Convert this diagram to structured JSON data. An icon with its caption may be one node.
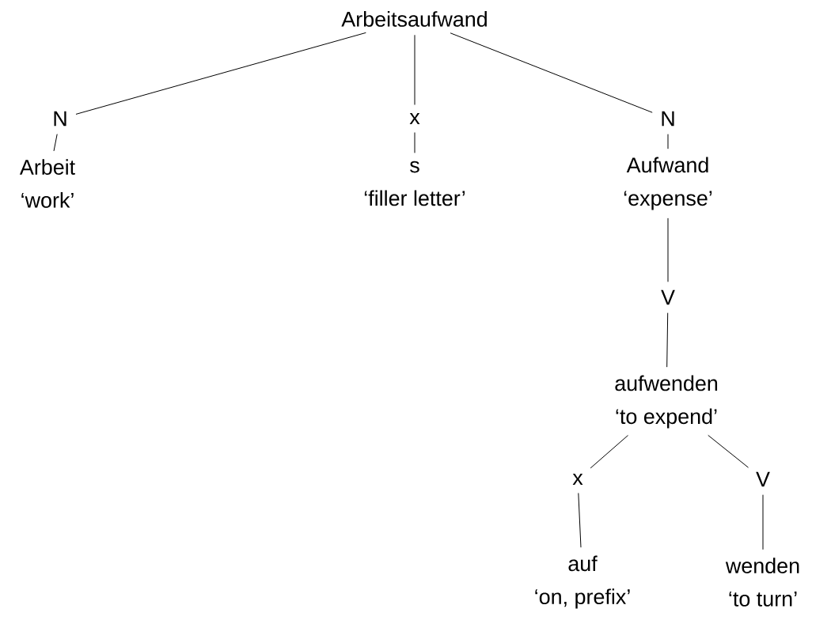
{
  "diagram": {
    "nodes": [
      {
        "text": [
          "Arbeitsaufwand"
        ]
      },
      {
        "text": [
          "N"
        ]
      },
      {
        "text": [
          "x"
        ]
      },
      {
        "text": [
          "N"
        ]
      },
      {
        "text": [
          "Arbeit",
          "‘work’"
        ]
      },
      {
        "text": [
          "s",
          "‘filler letter’"
        ]
      },
      {
        "text": [
          "Aufwand",
          "‘expense’"
        ]
      },
      {
        "text": [
          "V"
        ]
      },
      {
        "text": [
          "aufwenden",
          "‘to expend’"
        ]
      },
      {
        "text": [
          "x"
        ]
      },
      {
        "text": [
          "V"
        ]
      },
      {
        "text": [
          "auf",
          "‘on, prefix’"
        ]
      },
      {
        "text": [
          "wenden",
          "‘to turn’"
        ]
      }
    ],
    "edges": [
      {
        "from": 0,
        "to": 1,
        "arrow": "none"
      },
      {
        "from": 0,
        "to": 2,
        "arrow": "none"
      },
      {
        "from": 0,
        "to": 3,
        "arrow": "none"
      },
      {
        "from": 1,
        "to": 4,
        "arrow": "none"
      },
      {
        "from": 2,
        "to": 5,
        "arrow": "none"
      },
      {
        "from": 3,
        "to": 6,
        "arrow": "none"
      },
      {
        "from": 6,
        "to": 7,
        "arrow": "none"
      },
      {
        "from": 7,
        "to": 8,
        "arrow": "none"
      },
      {
        "from": 8,
        "to": 9,
        "arrow": "none"
      },
      {
        "from": 8,
        "to": 10,
        "arrow": "none"
      },
      {
        "from": 9,
        "to": 11,
        "arrow": "none"
      },
      {
        "from": 10,
        "to": 12,
        "arrow": "none"
      }
    ]
  }
}
